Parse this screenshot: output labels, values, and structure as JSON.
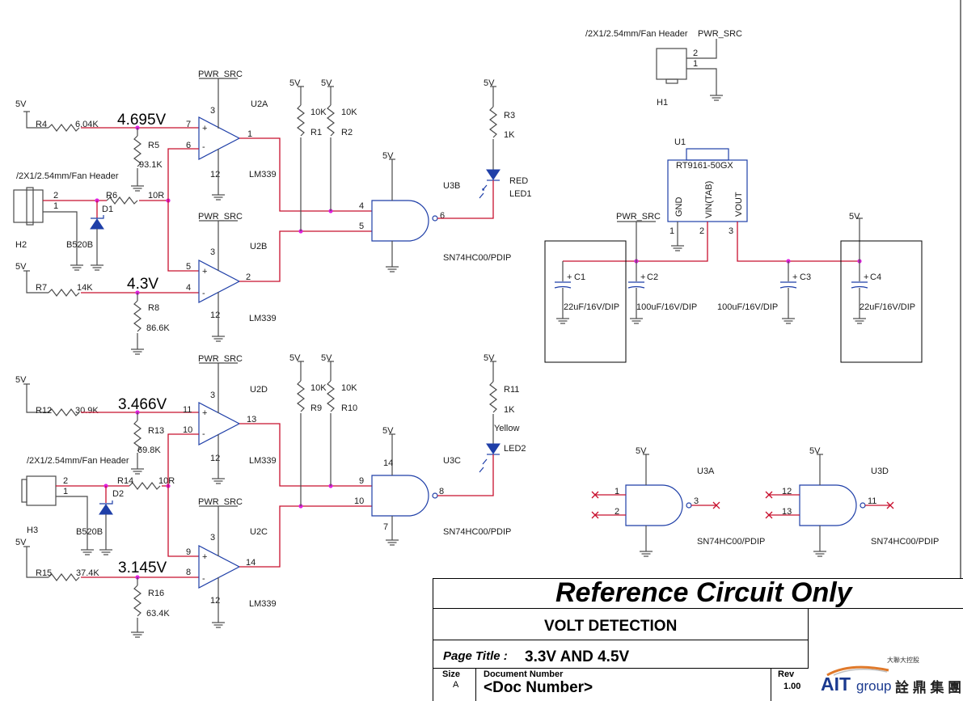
{
  "colors": {
    "wire": "#c8102e",
    "symbol": "#1f3fa8",
    "junction": "#e020e0",
    "body": "#4a4a4a"
  },
  "labels": {
    "supply_5v": "5V",
    "pwr_src": "PWR_SRC",
    "fan_header": "/2X1/2.54mm/Fan Header",
    "u2a": "U2A",
    "u2b": "U2B",
    "u2c": "U2C",
    "u2d": "U2D",
    "lm339": "LM339",
    "u3a": "U3A",
    "u3b": "U3B",
    "u3c": "U3C",
    "u3d": "U3D",
    "sn74": "SN74HC00/PDIP",
    "u1": "U1",
    "rt9161": "RT9161-50GX",
    "u1_gnd": "GND",
    "u1_vin": "VIN(TAB)",
    "u1_vout": "VOUT",
    "h1": "H1",
    "h2": "H2",
    "h3": "H3",
    "r1": "R1",
    "r2": "R2",
    "r3": "R3",
    "r4": "R4",
    "r5": "R5",
    "r6": "R6",
    "r7": "R7",
    "r8": "R8",
    "r9": "R9",
    "r10": "R10",
    "r11": "R11",
    "r12": "R12",
    "r13": "R13",
    "r14": "R14",
    "r15": "R15",
    "r16": "R16",
    "v_10k": "10K",
    "v_1k": "1K",
    "v_10r": "10R",
    "v_r4": "6.04K",
    "v_r5": "93.1K",
    "v_r7": "14K",
    "v_r8": "86.6K",
    "v_r12": "30.9K",
    "v_r13": "69.8K",
    "v_r15": "37.4K",
    "v_r16": "63.4K",
    "d1": "D1",
    "d2": "D2",
    "b520b": "B520B",
    "led1": "LED1",
    "led2": "LED2",
    "red": "RED",
    "yellow": "Yellow",
    "c1": "C1",
    "c2": "C2",
    "c3": "C3",
    "c4": "C4",
    "c_22u": "22uF/16V/DIP",
    "c_100u": "100uF/16V/DIP",
    "v_4695": "4.695V",
    "v_43": "4.3V",
    "v_3466": "3.466V",
    "v_3145": "3.145V",
    "plus": "+"
  },
  "pins": {
    "p1": "1",
    "p2": "2",
    "p3": "3",
    "p4": "4",
    "p5": "5",
    "p6": "6",
    "p7": "7",
    "p8": "8",
    "p9": "9",
    "p10": "10",
    "p11": "11",
    "p12": "12",
    "p13": "13",
    "p14": "14"
  },
  "title_block": {
    "heading": "Reference Circuit Only",
    "title": "VOLT DETECTION",
    "page_title_label": "Page Title :",
    "page_title_value": "3.3V AND 4.5V",
    "size_label": "Size",
    "size_value": "A",
    "doc_number_label": "Document Number",
    "doc_number_value": "<Doc Number>",
    "rev_label": "Rev",
    "rev_value": "1.00",
    "logo_main": "AIT",
    "logo_group": "group",
    "logo_cn": "詮 鼎 集 團",
    "logo_small": "大聯大控股"
  }
}
